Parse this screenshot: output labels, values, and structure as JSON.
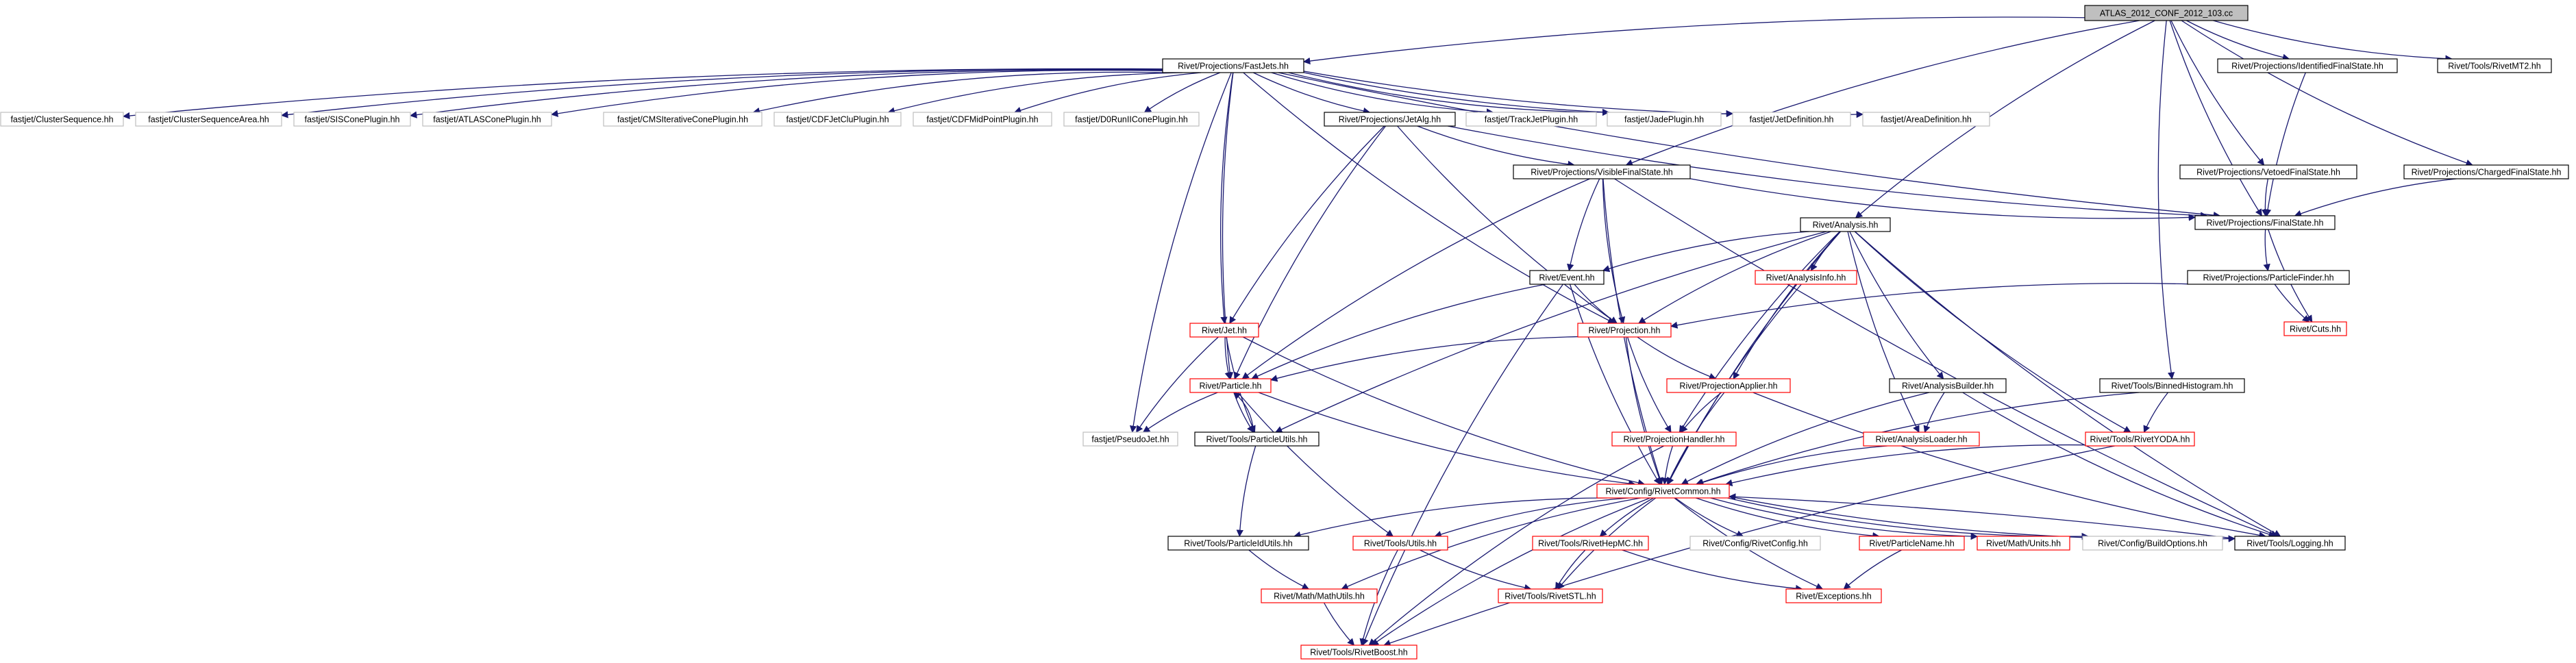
{
  "colors": {
    "edge": "#191970",
    "border_documented": "#000000",
    "border_undocumented": "#bfbfbf",
    "border_incomplete": "#ff0000",
    "root_fill": "#bfbfbf",
    "node_fill": "#ffffff"
  },
  "nodes": [
    {
      "id": "root",
      "label": "ATLAS_2012_CONF_2012_103.cc",
      "kind": "root"
    },
    {
      "id": "fastjets",
      "label": "Rivet/Projections/FastJets.hh",
      "kind": "documented"
    },
    {
      "id": "identified",
      "label": "Rivet/Projections/IdentifiedFinalState.hh",
      "kind": "documented"
    },
    {
      "id": "rivetmt2",
      "label": "Rivet/Tools/RivetMT2.hh",
      "kind": "documented"
    },
    {
      "id": "clusterseq",
      "label": "fastjet/ClusterSequence.hh",
      "kind": "undocumented"
    },
    {
      "id": "clusterseqarea",
      "label": "fastjet/ClusterSequenceArea.hh",
      "kind": "undocumented"
    },
    {
      "id": "siscone",
      "label": "fastjet/SISConePlugin.hh",
      "kind": "undocumented"
    },
    {
      "id": "atlascone",
      "label": "fastjet/ATLASConePlugin.hh",
      "kind": "undocumented"
    },
    {
      "id": "cmsiter",
      "label": "fastjet/CMSIterativeConePlugin.hh",
      "kind": "undocumented"
    },
    {
      "id": "cdfjetclu",
      "label": "fastjet/CDFJetCluPlugin.hh",
      "kind": "undocumented"
    },
    {
      "id": "cdfmid",
      "label": "fastjet/CDFMidPointPlugin.hh",
      "kind": "undocumented"
    },
    {
      "id": "d0run",
      "label": "fastjet/D0RunIIConePlugin.hh",
      "kind": "undocumented"
    },
    {
      "id": "jetalg",
      "label": "Rivet/Projections/JetAlg.hh",
      "kind": "documented"
    },
    {
      "id": "trackjet",
      "label": "fastjet/TrackJetPlugin.hh",
      "kind": "undocumented"
    },
    {
      "id": "jade",
      "label": "fastjet/JadePlugin.hh",
      "kind": "undocumented"
    },
    {
      "id": "jetdef",
      "label": "fastjet/JetDefinition.hh",
      "kind": "undocumented"
    },
    {
      "id": "areadef",
      "label": "fastjet/AreaDefinition.hh",
      "kind": "undocumented"
    },
    {
      "id": "visiblefs",
      "label": "Rivet/Projections/VisibleFinalState.hh",
      "kind": "documented"
    },
    {
      "id": "vetoedfs",
      "label": "Rivet/Projections/VetoedFinalState.hh",
      "kind": "documented"
    },
    {
      "id": "chargedfs",
      "label": "Rivet/Projections/ChargedFinalState.hh",
      "kind": "documented"
    },
    {
      "id": "finalstate",
      "label": "Rivet/Projections/FinalState.hh",
      "kind": "documented"
    },
    {
      "id": "analysis",
      "label": "Rivet/Analysis.hh",
      "kind": "documented"
    },
    {
      "id": "particlefinder",
      "label": "Rivet/Projections/ParticleFinder.hh",
      "kind": "documented"
    },
    {
      "id": "event",
      "label": "Rivet/Event.hh",
      "kind": "documented"
    },
    {
      "id": "analysisinfo",
      "label": "Rivet/AnalysisInfo.hh",
      "kind": "incomplete"
    },
    {
      "id": "cuts",
      "label": "Rivet/Cuts.hh",
      "kind": "incomplete"
    },
    {
      "id": "jet",
      "label": "Rivet/Jet.hh",
      "kind": "incomplete"
    },
    {
      "id": "projection",
      "label": "Rivet/Projection.hh",
      "kind": "incomplete"
    },
    {
      "id": "particle",
      "label": "Rivet/Particle.hh",
      "kind": "incomplete"
    },
    {
      "id": "projapplier",
      "label": "Rivet/ProjectionApplier.hh",
      "kind": "incomplete"
    },
    {
      "id": "analysisbuilder",
      "label": "Rivet/AnalysisBuilder.hh",
      "kind": "documented"
    },
    {
      "id": "binnedhisto",
      "label": "Rivet/Tools/BinnedHistogram.hh",
      "kind": "documented"
    },
    {
      "id": "pseudojet",
      "label": "fastjet/PseudoJet.hh",
      "kind": "undocumented"
    },
    {
      "id": "particleutils",
      "label": "Rivet/Tools/ParticleUtils.hh",
      "kind": "documented"
    },
    {
      "id": "projhandler",
      "label": "Rivet/ProjectionHandler.hh",
      "kind": "incomplete"
    },
    {
      "id": "analysisloader",
      "label": "Rivet/AnalysisLoader.hh",
      "kind": "incomplete"
    },
    {
      "id": "rivetyoda",
      "label": "Rivet/Tools/RivetYODA.hh",
      "kind": "incomplete"
    },
    {
      "id": "rivetcommon",
      "label": "Rivet/Config/RivetCommon.hh",
      "kind": "incomplete"
    },
    {
      "id": "particleidutils",
      "label": "Rivet/Tools/ParticleIdUtils.hh",
      "kind": "documented"
    },
    {
      "id": "toolsutils",
      "label": "Rivet/Tools/Utils.hh",
      "kind": "incomplete"
    },
    {
      "id": "rivethepmc",
      "label": "Rivet/Tools/RivetHepMC.hh",
      "kind": "incomplete"
    },
    {
      "id": "rivetconfig",
      "label": "Rivet/Config/RivetConfig.hh",
      "kind": "undocumented"
    },
    {
      "id": "particlename",
      "label": "Rivet/ParticleName.hh",
      "kind": "incomplete"
    },
    {
      "id": "mathunits",
      "label": "Rivet/Math/Units.hh",
      "kind": "incomplete"
    },
    {
      "id": "buildoptions",
      "label": "Rivet/Config/BuildOptions.hh",
      "kind": "undocumented"
    },
    {
      "id": "logging",
      "label": "Rivet/Tools/Logging.hh",
      "kind": "documented"
    },
    {
      "id": "mathutils",
      "label": "Rivet/Math/MathUtils.hh",
      "kind": "incomplete"
    },
    {
      "id": "rivetstl",
      "label": "Rivet/Tools/RivetSTL.hh",
      "kind": "incomplete"
    },
    {
      "id": "exceptions",
      "label": "Rivet/Exceptions.hh",
      "kind": "incomplete"
    },
    {
      "id": "rivetboost",
      "label": "Rivet/Tools/RivetBoost.hh",
      "kind": "incomplete"
    }
  ],
  "edges": [
    [
      "root",
      "fastjets"
    ],
    [
      "root",
      "identified"
    ],
    [
      "root",
      "rivetmt2"
    ],
    [
      "root",
      "visiblefs"
    ],
    [
      "root",
      "vetoedfs"
    ],
    [
      "root",
      "chargedfs"
    ],
    [
      "root",
      "finalstate"
    ],
    [
      "root",
      "analysis"
    ],
    [
      "root",
      "binnedhisto"
    ],
    [
      "fastjets",
      "clusterseq"
    ],
    [
      "fastjets",
      "clusterseqarea"
    ],
    [
      "fastjets",
      "siscone"
    ],
    [
      "fastjets",
      "atlascone"
    ],
    [
      "fastjets",
      "cmsiter"
    ],
    [
      "fastjets",
      "cdfjetclu"
    ],
    [
      "fastjets",
      "cdfmid"
    ],
    [
      "fastjets",
      "d0run"
    ],
    [
      "fastjets",
      "jetalg"
    ],
    [
      "fastjets",
      "trackjet"
    ],
    [
      "fastjets",
      "jade"
    ],
    [
      "fastjets",
      "jetdef"
    ],
    [
      "fastjets",
      "areadef"
    ],
    [
      "fastjets",
      "finalstate"
    ],
    [
      "fastjets",
      "jet"
    ],
    [
      "fastjets",
      "particle"
    ],
    [
      "fastjets",
      "projection"
    ],
    [
      "fastjets",
      "pseudojet"
    ],
    [
      "identified",
      "finalstate"
    ],
    [
      "vetoedfs",
      "finalstate"
    ],
    [
      "chargedfs",
      "finalstate"
    ],
    [
      "jetalg",
      "visiblefs"
    ],
    [
      "jetalg",
      "finalstate"
    ],
    [
      "jetalg",
      "jet"
    ],
    [
      "jetalg",
      "particle"
    ],
    [
      "jetalg",
      "projection"
    ],
    [
      "visiblefs",
      "finalstate"
    ],
    [
      "visiblefs",
      "event"
    ],
    [
      "visiblefs",
      "projection"
    ],
    [
      "visiblefs",
      "particle"
    ],
    [
      "visiblefs",
      "rivetcommon"
    ],
    [
      "visiblefs",
      "logging"
    ],
    [
      "finalstate",
      "particlefinder"
    ],
    [
      "finalstate",
      "cuts"
    ],
    [
      "particlefinder",
      "projection"
    ],
    [
      "particlefinder",
      "cuts"
    ],
    [
      "analysis",
      "event"
    ],
    [
      "analysis",
      "analysisinfo"
    ],
    [
      "analysis",
      "projection"
    ],
    [
      "analysis",
      "projapplier"
    ],
    [
      "analysis",
      "analysisbuilder"
    ],
    [
      "analysis",
      "analysisloader"
    ],
    [
      "analysis",
      "projhandler"
    ],
    [
      "analysis",
      "rivetyoda"
    ],
    [
      "analysis",
      "rivetcommon"
    ],
    [
      "analysis",
      "logging"
    ],
    [
      "analysis",
      "particleutils"
    ],
    [
      "event",
      "projection"
    ],
    [
      "event",
      "rivetcommon"
    ],
    [
      "event",
      "particle"
    ],
    [
      "event",
      "rivetboost"
    ],
    [
      "analysisinfo",
      "rivetcommon"
    ],
    [
      "jet",
      "particle"
    ],
    [
      "jet",
      "pseudojet"
    ],
    [
      "jet",
      "rivetcommon"
    ],
    [
      "jet",
      "particleutils"
    ],
    [
      "projection",
      "particle"
    ],
    [
      "projection",
      "projapplier"
    ],
    [
      "projection",
      "projhandler"
    ],
    [
      "projection",
      "rivetcommon"
    ],
    [
      "particle",
      "pseudojet"
    ],
    [
      "particle",
      "particleutils"
    ],
    [
      "particle",
      "rivetcommon"
    ],
    [
      "particle",
      "toolsutils"
    ],
    [
      "particleutils",
      "particle"
    ],
    [
      "particleutils",
      "particleidutils"
    ],
    [
      "projapplier",
      "projhandler"
    ],
    [
      "projapplier",
      "rivetcommon"
    ],
    [
      "projapplier",
      "logging"
    ],
    [
      "analysisbuilder",
      "analysisloader"
    ],
    [
      "analysisbuilder",
      "rivetcommon"
    ],
    [
      "analysisbuilder",
      "logging"
    ],
    [
      "binnedhisto",
      "rivetyoda"
    ],
    [
      "binnedhisto",
      "rivetcommon"
    ],
    [
      "projhandler",
      "rivetcommon"
    ],
    [
      "projhandler",
      "rivetboost"
    ],
    [
      "analysisloader",
      "rivetcommon"
    ],
    [
      "rivetyoda",
      "rivetcommon"
    ],
    [
      "rivetyoda",
      "rivetboost"
    ],
    [
      "rivetcommon",
      "particleidutils"
    ],
    [
      "rivetcommon",
      "mathutils"
    ],
    [
      "rivetcommon",
      "toolsutils"
    ],
    [
      "rivetcommon",
      "rivethepmc"
    ],
    [
      "rivetcommon",
      "rivetconfig"
    ],
    [
      "rivetcommon",
      "particlename"
    ],
    [
      "rivetcommon",
      "mathunits"
    ],
    [
      "rivetcommon",
      "buildoptions"
    ],
    [
      "rivetcommon",
      "logging"
    ],
    [
      "rivetcommon",
      "rivetstl"
    ],
    [
      "rivetcommon",
      "exceptions"
    ],
    [
      "rivetcommon",
      "rivetboost"
    ],
    [
      "logging",
      "rivetcommon"
    ],
    [
      "particleidutils",
      "mathutils"
    ],
    [
      "mathutils",
      "rivetboost"
    ],
    [
      "toolsutils",
      "rivetstl"
    ],
    [
      "toolsutils",
      "rivetboost"
    ],
    [
      "rivethepmc",
      "rivetstl"
    ],
    [
      "rivethepmc",
      "exceptions"
    ],
    [
      "particlename",
      "exceptions"
    ]
  ]
}
